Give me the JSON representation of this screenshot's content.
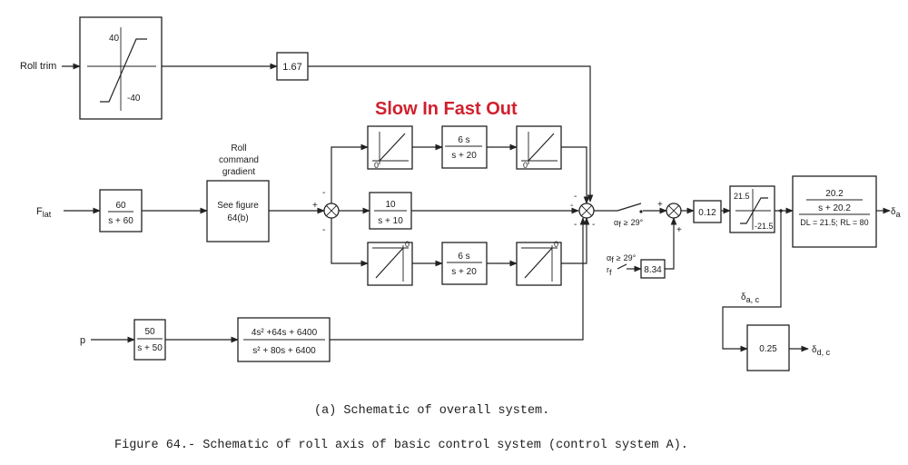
{
  "title": "Slow In Fast Out",
  "inputs": {
    "roll_trim": "Roll trim",
    "f_lat": "F",
    "f_lat_sub": "lat",
    "p": "p"
  },
  "trim_limiter": {
    "upper": "40",
    "lower": "-40"
  },
  "gain_trim": "1.67",
  "prefilter": {
    "num": "60",
    "den": "s + 60"
  },
  "gradient_label": [
    "Roll",
    "command",
    "gradient"
  ],
  "gradient_box": [
    "See figure",
    "64(b)"
  ],
  "upper_path": {
    "limiter_zero_left": "0",
    "filter_num": "6 s",
    "filter_den": "s + 20",
    "limiter_zero_right": "0"
  },
  "middle_path": {
    "num": "10",
    "den": "s + 10"
  },
  "lower_path": {
    "limiter_zero_left": "0",
    "filter_num": "6 s",
    "filter_den": "s + 20",
    "limiter_zero_right": "0"
  },
  "p_filter": {
    "num": "50",
    "den": "s + 50"
  },
  "p_tf": {
    "num": "4s² +64s + 6400",
    "den": "s² + 80s + 6400"
  },
  "switch_upper": {
    "alpha": "α",
    "sub": "f",
    "ge": "≥",
    "val": "29°"
  },
  "switch_lower": {
    "alpha": "α",
    "sub": "f",
    "ge": "≥",
    "val": "29°",
    "rf": "r",
    "rf_sub": "f"
  },
  "gain_834": "8.34",
  "gain_012": "0.12",
  "sat_limiter": {
    "upper": "21.5",
    "lower": "-21.5"
  },
  "actuator": {
    "num": "20.2",
    "den": "s + 20.2",
    "limits": "DL = 21.5; RL = 80"
  },
  "output_a": {
    "sym": "δ",
    "sub": "a"
  },
  "branch_ac": {
    "sym": "δ",
    "sub": "a, c"
  },
  "gain_025": "0.25",
  "output_dc": {
    "sym": "δ",
    "sub": "d, c"
  },
  "signs": {
    "plus": "+",
    "minus": "-"
  },
  "caption_a": "(a) Schematic of overall system.",
  "caption_fig": "Figure 64.- Schematic of roll axis of basic control system (control system A)."
}
